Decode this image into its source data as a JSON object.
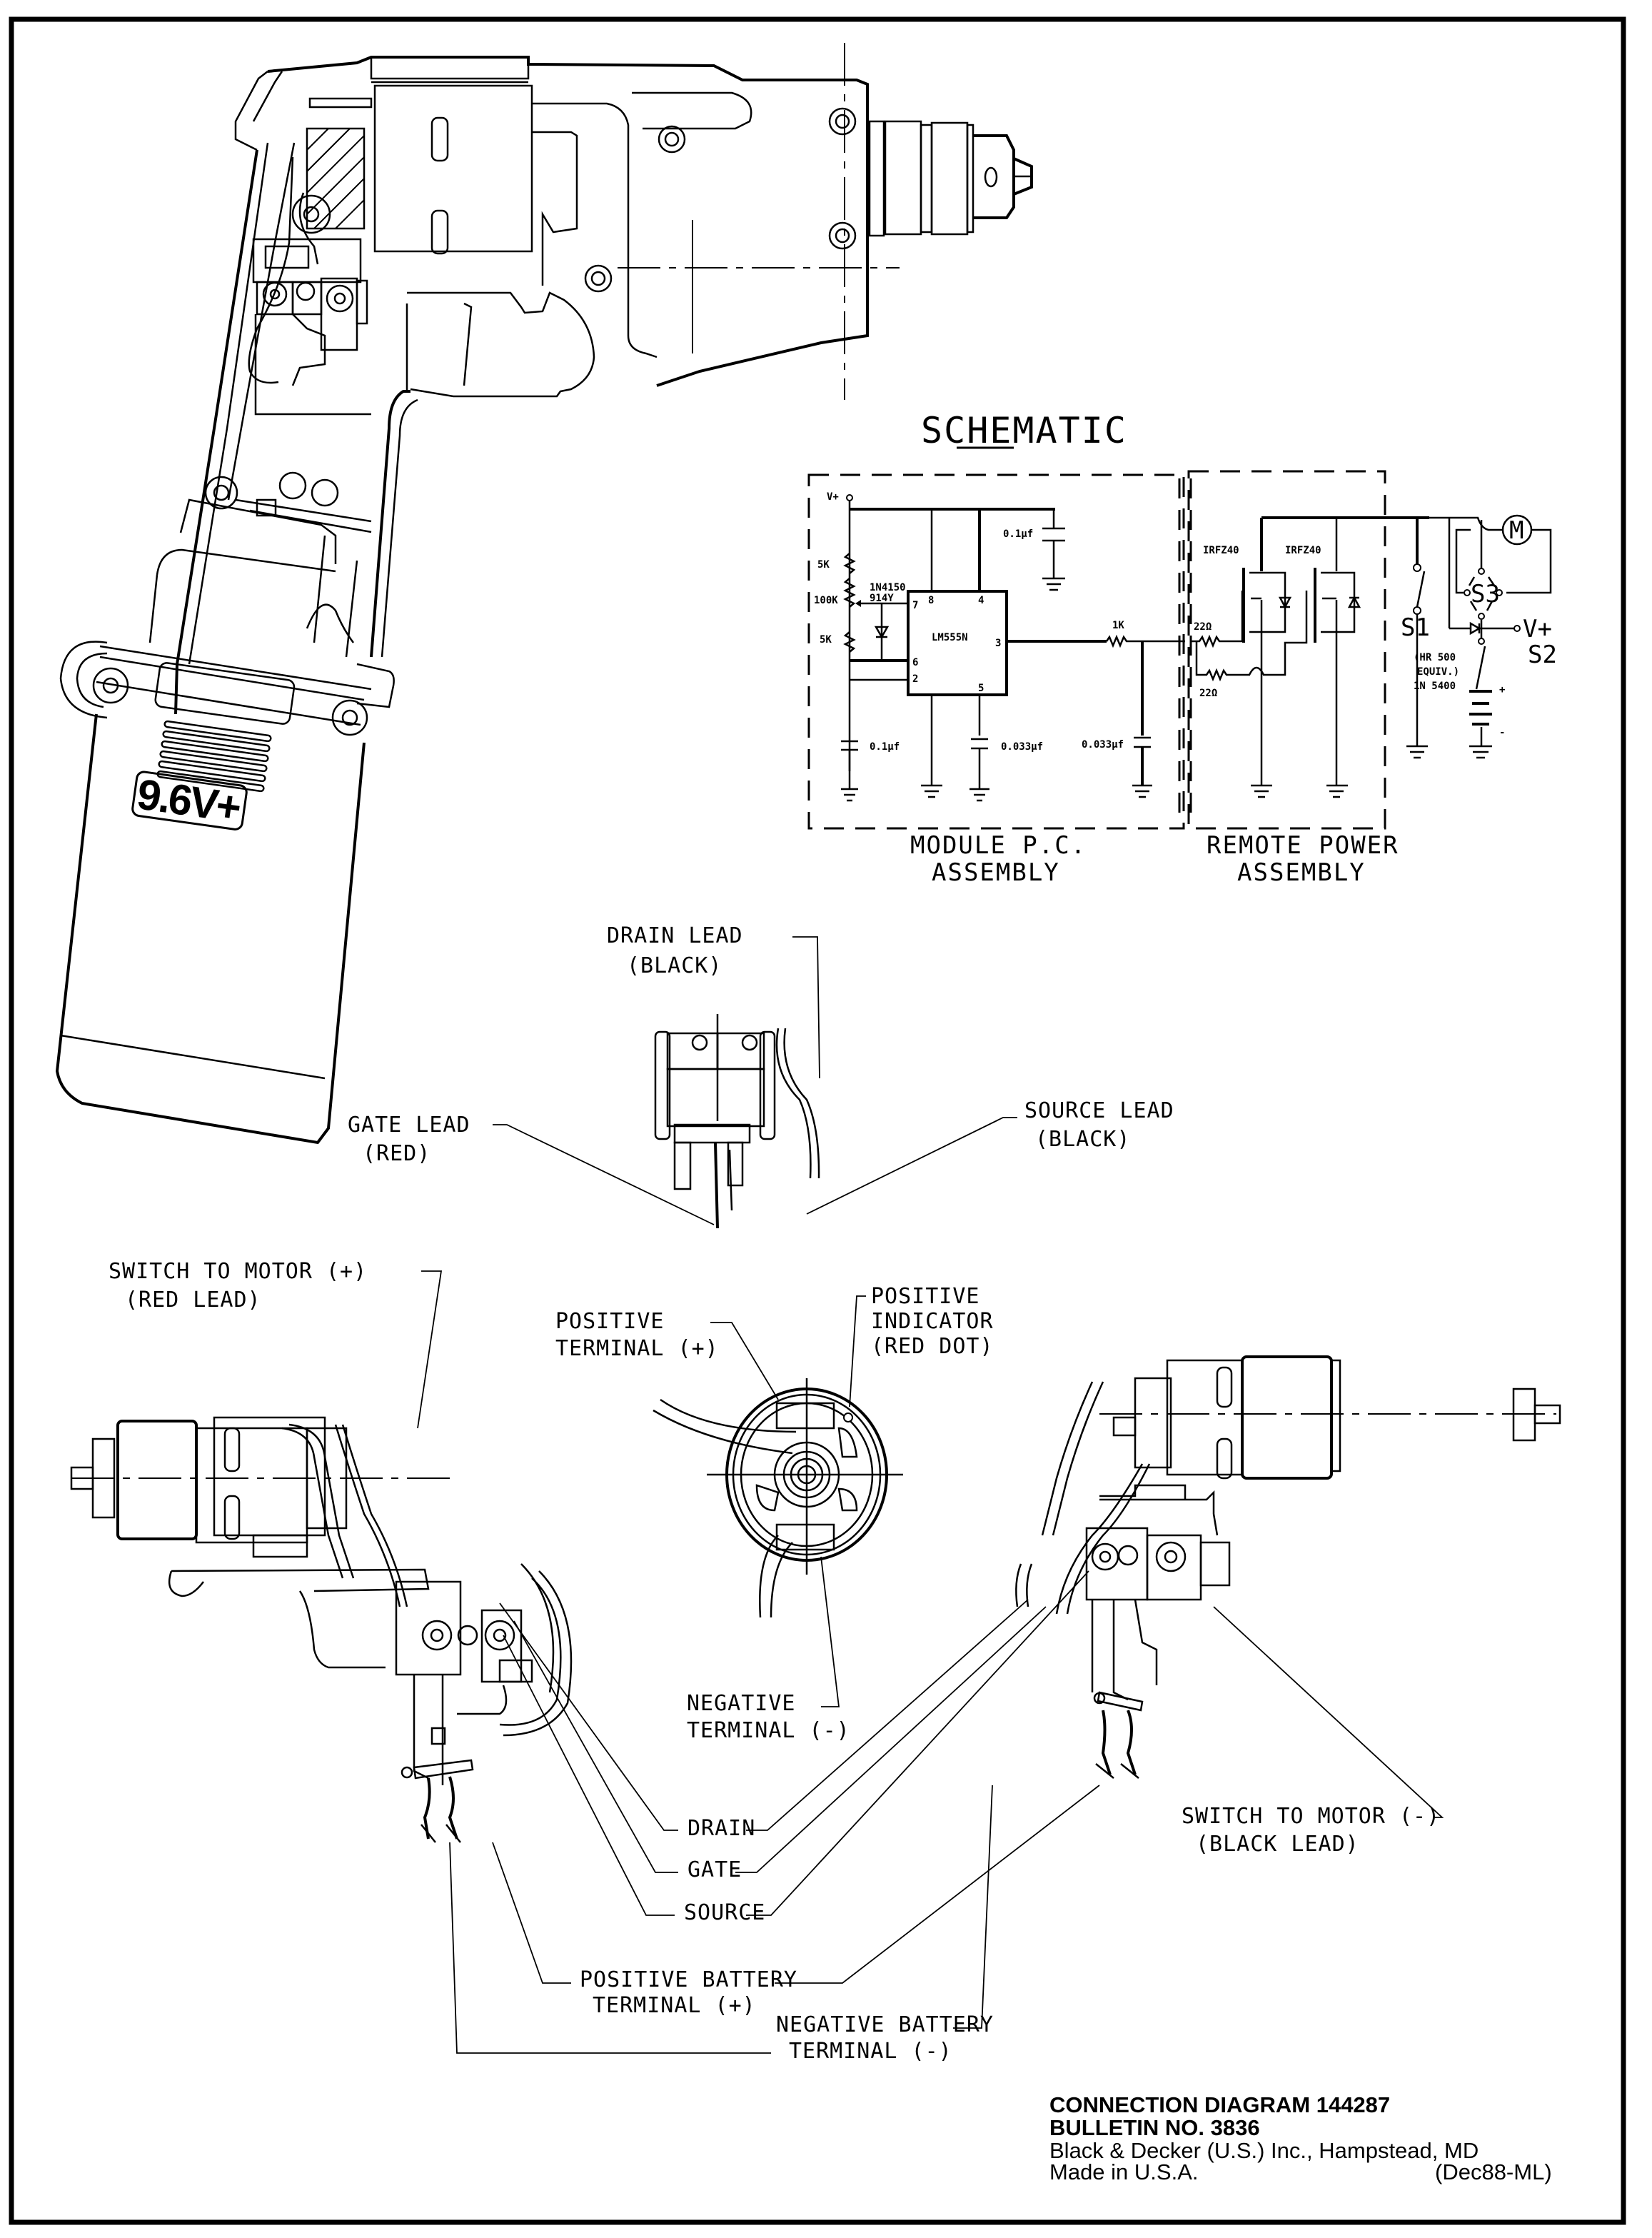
{
  "drill": {
    "battery_badge": "9.6V+"
  },
  "schematic": {
    "title": "SCHEMATIC",
    "module_assembly": {
      "line1": "MODULE P.C.",
      "line2": "ASSEMBLY"
    },
    "remote_assembly": {
      "line1": "REMOTE POWER",
      "line2": "ASSEMBLY"
    },
    "components": {
      "vplus_in": "V+",
      "r_top": "5K",
      "pot": "100K",
      "r_bottom": "5K",
      "diode": {
        "line1": "1N4150",
        "line2": "914Y"
      },
      "ic": "LM555N",
      "pin7": "7",
      "pin8": "8",
      "pin4": "4",
      "pin3": "3",
      "pin6": "6",
      "pin2": "2",
      "pin5": "5",
      "c_top": "0.1µf",
      "c_bottom": "0.1µf",
      "c_pin5": "0.033µf",
      "c_out": "0.033µf",
      "r_out": "1K",
      "r_gate1": "22Ω",
      "r_gate2": "22Ω",
      "mosfet1": "IRFZ40",
      "mosfet2": "IRFZ40",
      "switch_s1": "S1",
      "switch_s2": "S2",
      "switch_s3": "S3",
      "motor": "M",
      "vplus_out": "V+",
      "diode2": {
        "line1": "(HR 500",
        "line2": "EQUIV.)",
        "line3": "1N 5400"
      },
      "bat_plus": "+",
      "bat_minus": "-"
    }
  },
  "callouts": {
    "drain_lead": {
      "line1": "DRAIN LEAD",
      "line2": "(BLACK)"
    },
    "gate_lead": {
      "line1": "GATE LEAD",
      "line2": "(RED)"
    },
    "source_lead": {
      "line1": "SOURCE LEAD",
      "line2": "(BLACK)"
    },
    "switch_to_motor_pos": {
      "line1": "SWITCH TO MOTOR (+)",
      "line2": "(RED LEAD)"
    },
    "positive_terminal": {
      "line1": "POSITIVE",
      "line2": "TERMINAL (+)"
    },
    "positive_indicator": {
      "line1": "POSITIVE",
      "line2": "INDICATOR",
      "line3": "(RED DOT)"
    },
    "negative_terminal": {
      "line1": "NEGATIVE",
      "line2": "TERMINAL (-)"
    },
    "drain": "DRAIN",
    "gate": "GATE",
    "source": "SOURCE",
    "switch_to_motor_neg": {
      "line1": "SWITCH TO MOTOR (-)",
      "line2": "(BLACK LEAD)"
    },
    "positive_battery": {
      "line1": "POSITIVE BATTERY",
      "line2": "TERMINAL (+)"
    },
    "negative_battery": {
      "line1": "NEGATIVE BATTERY",
      "line2": "TERMINAL (-)"
    }
  },
  "footer": {
    "diagram": "CONNECTION DIAGRAM 144287",
    "bulletin": "BULLETIN NO. 3836",
    "company": "Black & Decker (U.S.) Inc., Hampstead, MD",
    "made_in": "Made in U.S.A.",
    "revision": "(Dec88-ML)"
  }
}
